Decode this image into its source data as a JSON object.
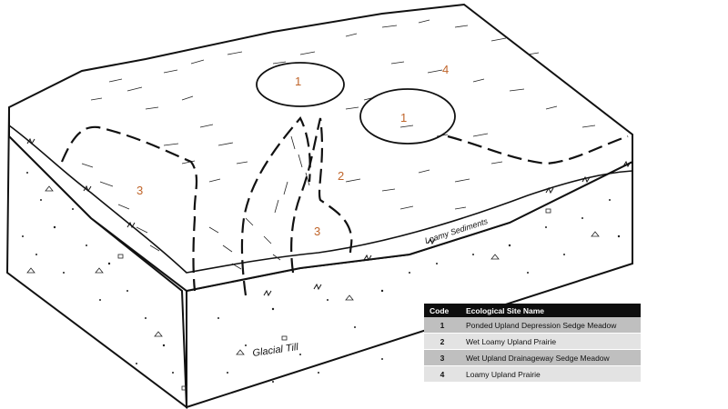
{
  "zone_labels": [
    "1",
    "1",
    "2",
    "3",
    "3",
    "4"
  ],
  "layers": {
    "upper": "Loamy Sediments",
    "lower": "Glacial Till"
  },
  "legend": {
    "headers": {
      "code": "Code",
      "name": "Ecological Site Name"
    },
    "rows": [
      {
        "code": "1",
        "name": "Ponded Upland Depression Sedge Meadow"
      },
      {
        "code": "2",
        "name": "Wet Loamy Upland Prairie"
      },
      {
        "code": "3",
        "name": "Wet Upland Drainageway Sedge Meadow"
      },
      {
        "code": "4",
        "name": "Loamy Upland Prairie"
      }
    ]
  },
  "colors": {
    "zone_label": "#c0652a",
    "outline": "#111111",
    "legend_header": "#0e0e0e"
  }
}
